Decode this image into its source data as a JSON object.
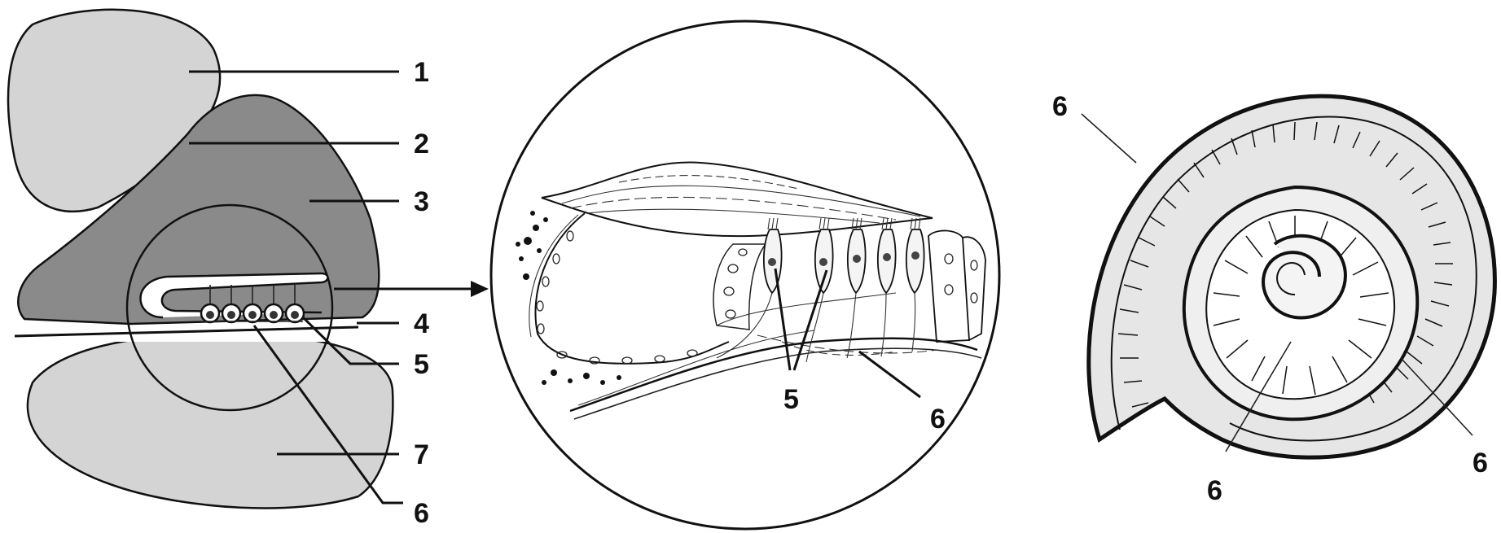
{
  "panels": {
    "schematic": {
      "labels": [
        "1",
        "2",
        "3",
        "4",
        "5",
        "6",
        "7"
      ]
    },
    "microscopic": {
      "labels": [
        "5",
        "6"
      ]
    },
    "cochlea_spiral": {
      "labels": [
        "6",
        "6",
        "6"
      ]
    }
  },
  "colors": {
    "light_region": "#d4d4d4",
    "dark_region": "#8a8a8a",
    "ink": "#111111"
  }
}
